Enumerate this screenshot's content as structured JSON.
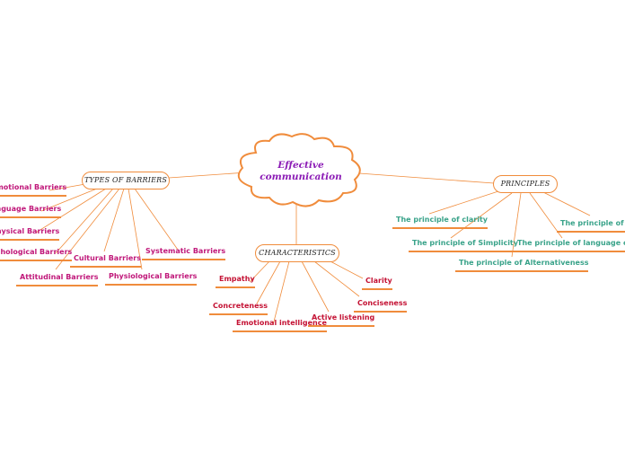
{
  "central": {
    "line1": "Effective",
    "line2": "communication",
    "color": "#8b1ab5"
  },
  "colors": {
    "line": "#f08c3c",
    "barriers_text": "#c0187a",
    "characteristics_text": "#c41234",
    "principles_text": "#3aa38a"
  },
  "branches": {
    "types_of_barriers": {
      "label": "TYPES OF BARRIERS",
      "items": [
        "Emotional Barriers",
        "Language Barriers",
        "Physical Barriers",
        "Psychological Barriers",
        "Attitudinal Barriers",
        "Cultural Barriers",
        "Physiological Barriers",
        "Systematic Barriers"
      ]
    },
    "characteristics": {
      "label": "CHARACTERISTICS",
      "items": [
        "Empathy",
        "Concreteness",
        "Emotional intelligence",
        "Active listening",
        "Conciseness",
        "Clarity"
      ]
    },
    "principles": {
      "label": "PRINCIPLES",
      "items": [
        "The principle of clarity",
        "The principle of Simplicity",
        "The principle of Alternativeness",
        "The principle of language control",
        "The principle of Feedback"
      ]
    }
  }
}
